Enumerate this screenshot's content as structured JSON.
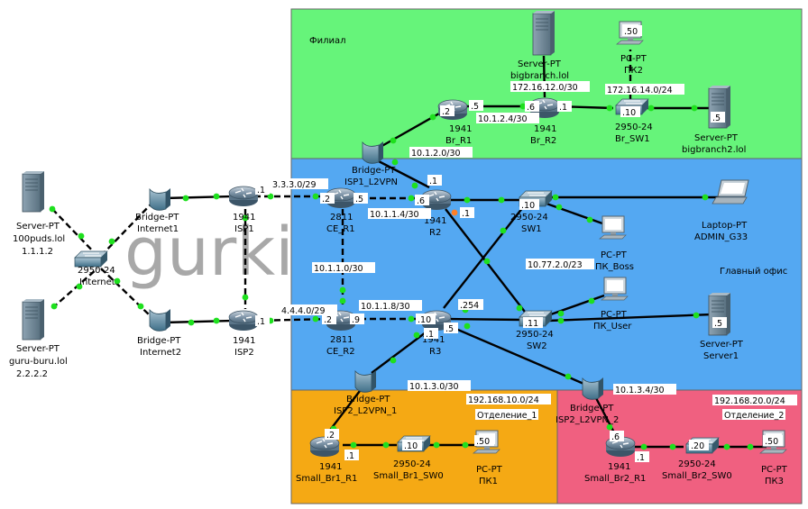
{
  "watermark": "gurki",
  "zones": {
    "branch": {
      "title": "Филиал",
      "color": "#66f47a"
    },
    "main": {
      "title": "Главный офис",
      "color": "#54a8f2"
    },
    "dept1": {
      "title": "Отделение_1",
      "subnet": "192.168.10.0/24",
      "color": "#f5a914"
    },
    "dept2": {
      "title": "Отделение_2",
      "subnet": "192.168.20.0/24",
      "color": "#f06080"
    }
  },
  "devices": {
    "server_100puds": {
      "type": "Server-PT",
      "name": "100puds.lol",
      "ip": "1.1.1.2"
    },
    "server_guru": {
      "type": "Server-PT",
      "name": "guru-buru.lol",
      "ip": "2.2.2.2"
    },
    "sw_internet": {
      "type": "2950-24",
      "name": "Internet"
    },
    "bridge_internet1": {
      "type": "Bridge-PT",
      "name": "Internet1"
    },
    "bridge_internet2": {
      "type": "Bridge-PT",
      "name": "Internet2"
    },
    "isp1": {
      "type": "1941",
      "name": "ISP1",
      "port": ".1"
    },
    "isp2": {
      "type": "1941",
      "name": "ISP2",
      "port": ".1"
    },
    "ce_r1": {
      "type": "2811",
      "name": "CE_R1",
      "port_left": ".2",
      "port_right": ".5"
    },
    "ce_r2": {
      "type": "2811",
      "name": "CE_R2",
      "port_left": ".2",
      "port_right": ".9"
    },
    "r2": {
      "type": "1941",
      "name": "R2",
      "port_left": ".6",
      "port_top": ".1",
      "port_bottom": ".1"
    },
    "r3": {
      "type": "1941",
      "name": "R3",
      "port_left": ".10",
      "port_top": ".254",
      "port_bottom": ".1",
      "port_right": ".5"
    },
    "sw1": {
      "type": "2950-24",
      "name": "SW1",
      "ip": ".10"
    },
    "sw2": {
      "type": "2950-24",
      "name": "SW2",
      "ip": ".11"
    },
    "laptop_admin": {
      "type": "Laptop-PT",
      "name": "ADMIN_G33"
    },
    "pc_boss": {
      "type": "PC-PT",
      "name": "ПК_Boss"
    },
    "pc_user": {
      "type": "PC-PT",
      "name": "ПК_User"
    },
    "server1": {
      "type": "Server-PT",
      "name": "Server1",
      "ip": ".5"
    },
    "bridge_isp1_l2vpn": {
      "type": "Bridge-PT",
      "name": "ISP1_L2VPN"
    },
    "bridge_isp2_l2vpn1": {
      "type": "Bridge-PT",
      "name": "ISP2_L2VPN_1"
    },
    "bridge_isp2_l2vpn2": {
      "type": "Bridge-PT",
      "name": "ISP2_L2VPN_2"
    },
    "br_r1": {
      "type": "1941",
      "name": "Br_R1",
      "port_left": ".2",
      "port_right": ".5"
    },
    "br_r2": {
      "type": "1941",
      "name": "Br_R2",
      "port_left": ".6",
      "port_right": ".1"
    },
    "br_sw1": {
      "type": "2950-24",
      "name": "Br_SW1",
      "ip": ".10"
    },
    "server_bigbranch": {
      "type": "Server-PT",
      "name": "bigbranch.lol"
    },
    "server_bigbranch2": {
      "type": "Server-PT",
      "name": "bigbranch2.lol",
      "ip": ".5"
    },
    "pc2": {
      "type": "PC-PT",
      "name": "ПК2",
      "ip": ".50"
    },
    "small_br1_r1": {
      "type": "1941",
      "name": "Small_Br1_R1",
      "port_top": ".2",
      "port_right": ".1"
    },
    "small_br1_sw0": {
      "type": "2950-24",
      "name": "Small_Br1_SW0",
      "ip": ".10"
    },
    "pc1": {
      "type": "PC-PT",
      "name": "ПК1",
      "ip": ".50"
    },
    "small_br2_r1": {
      "type": "1941",
      "name": "Small_Br2_R1",
      "port_top": ".6",
      "port_right": ".1"
    },
    "small_br2_sw0": {
      "type": "2950-24",
      "name": "Small_Br2_SW0",
      "ip": ".20"
    },
    "pc3": {
      "type": "PC-PT",
      "name": "ПК3",
      "ip": ".50"
    }
  },
  "networks": {
    "isp1_ce": "3.3.3.0/29",
    "isp2_ce": "4.4.4.0/29",
    "ce1_r2": "10.1.1.4/30",
    "ce1_ce2": "10.1.1.0/30",
    "ce2_r3": "10.1.1.8/30",
    "mgmt": "10.77.2.0/23",
    "br_link": "10.1.2.0/30",
    "br_r1_r2": "10.1.2.4/30",
    "br_server": "172.16.12.0/30",
    "br_lan": "172.16.14.0/24",
    "small1_link": "10.1.3.0/30",
    "small2_link": "10.1.3.4/30"
  },
  "colors": {
    "cable": "#000000",
    "link_dot": "#1ee01e",
    "link_dot_down": "#ff7f27",
    "router": "#4f6f8a",
    "switch": "#4f7f96",
    "server": "#6e8797"
  }
}
